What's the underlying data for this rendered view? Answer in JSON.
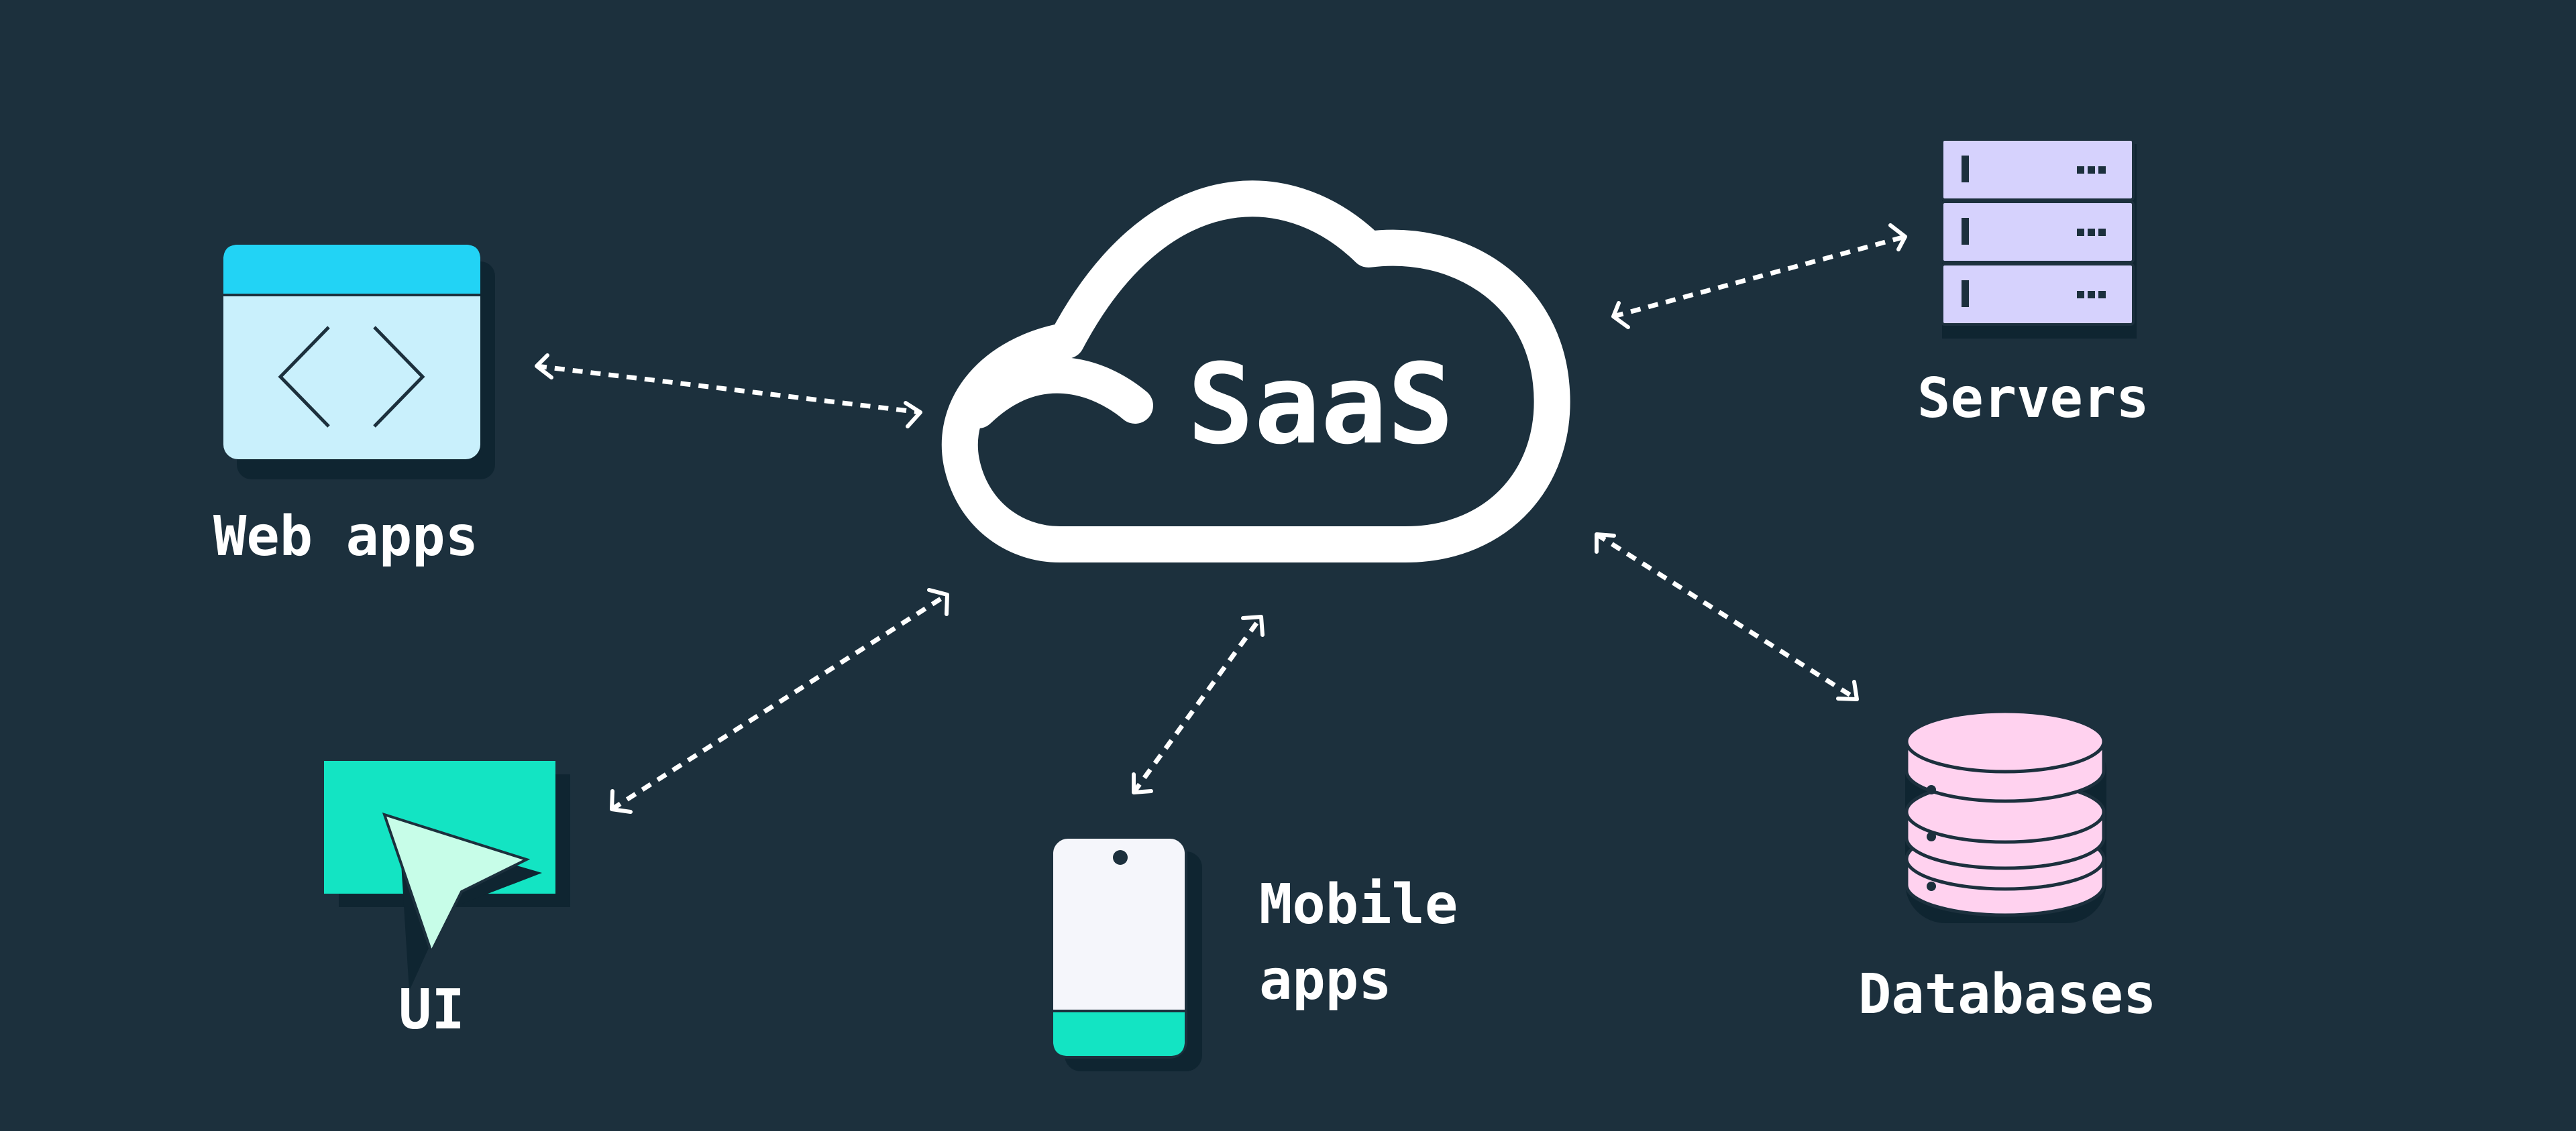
{
  "center": {
    "label": "SaaS"
  },
  "nodes": {
    "web_apps": {
      "label": "Web apps",
      "icon": "browser-code-icon"
    },
    "servers": {
      "label": "Servers",
      "icon": "server-rack-icon"
    },
    "ui": {
      "label": "UI",
      "icon": "cursor-pointer-icon"
    },
    "mobile_apps": {
      "label_line1": "Mobile",
      "label_line2": "apps",
      "icon": "smartphone-icon"
    },
    "databases": {
      "label": "Databases",
      "icon": "database-icon"
    }
  },
  "colors": {
    "background": "#1c303d",
    "cloud_stroke": "#ffffff",
    "browser_header": "#22d3f5",
    "browser_body": "#c9f0fc",
    "server": "#d6d2fd",
    "ui_card": "#13e4c3",
    "cursor": "#c7fde8",
    "phone_body": "#f5f6fb",
    "phone_bottom": "#13e4c3",
    "database": "#ffd2ef",
    "shadow": "#0f2531"
  }
}
